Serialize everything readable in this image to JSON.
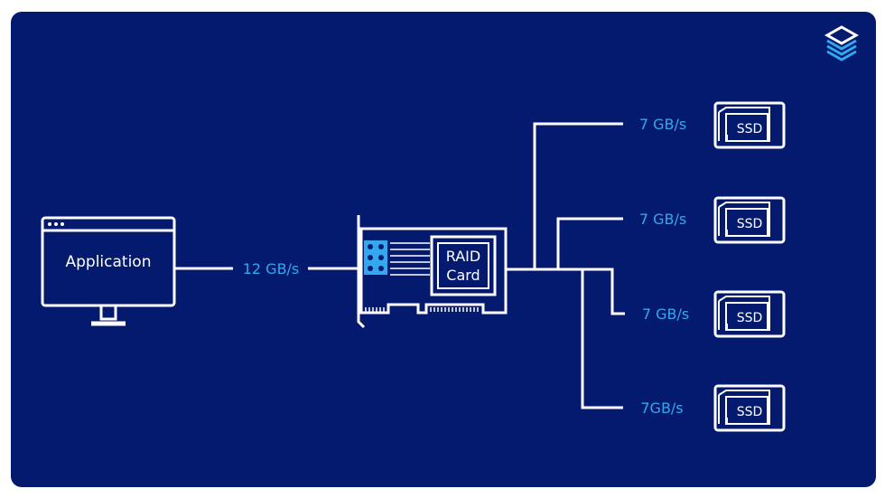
{
  "diagram": {
    "application_label": "Application",
    "host_link_speed": "12 GB/s",
    "raid_card_line1": "RAID",
    "raid_card_line2": "Card",
    "ssds": [
      {
        "label": "SSD",
        "speed": "7 GB/s"
      },
      {
        "label": "SSD",
        "speed": "7 GB/s"
      },
      {
        "label": "SSD",
        "speed": "7 GB/s"
      },
      {
        "label": "SSD",
        "speed": "7GB/s"
      }
    ]
  },
  "colors": {
    "background": "#041a6e",
    "line": "#ffffff",
    "accent": "#34a8ee"
  },
  "icons": {
    "logo": "layered-stack-logo-icon",
    "computer": "monitor-icon",
    "raid": "raid-card-icon",
    "drive": "ssd-icon"
  }
}
